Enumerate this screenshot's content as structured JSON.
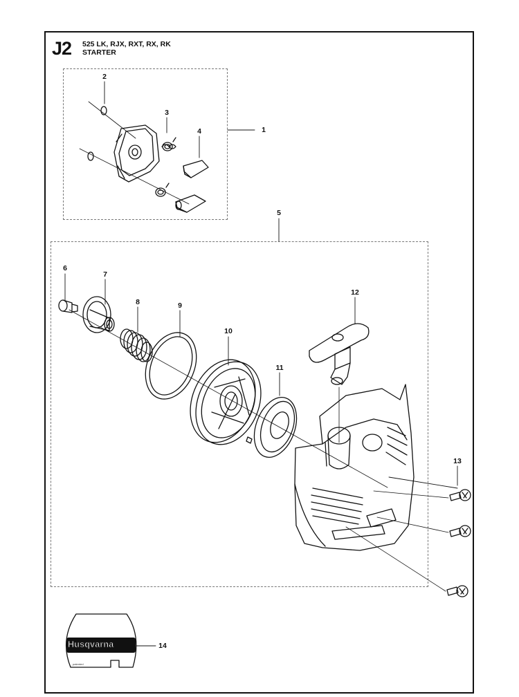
{
  "header": {
    "code": "J2",
    "models": "525 LK, RJX, RXT, RX, RK",
    "section": "STARTER"
  },
  "callouts": [
    "1",
    "2",
    "3",
    "4",
    "5",
    "6",
    "7",
    "8",
    "9",
    "10",
    "11",
    "12",
    "13",
    "14"
  ],
  "decal": {
    "brand": "Husqvarna",
    "small_text": "patented"
  }
}
